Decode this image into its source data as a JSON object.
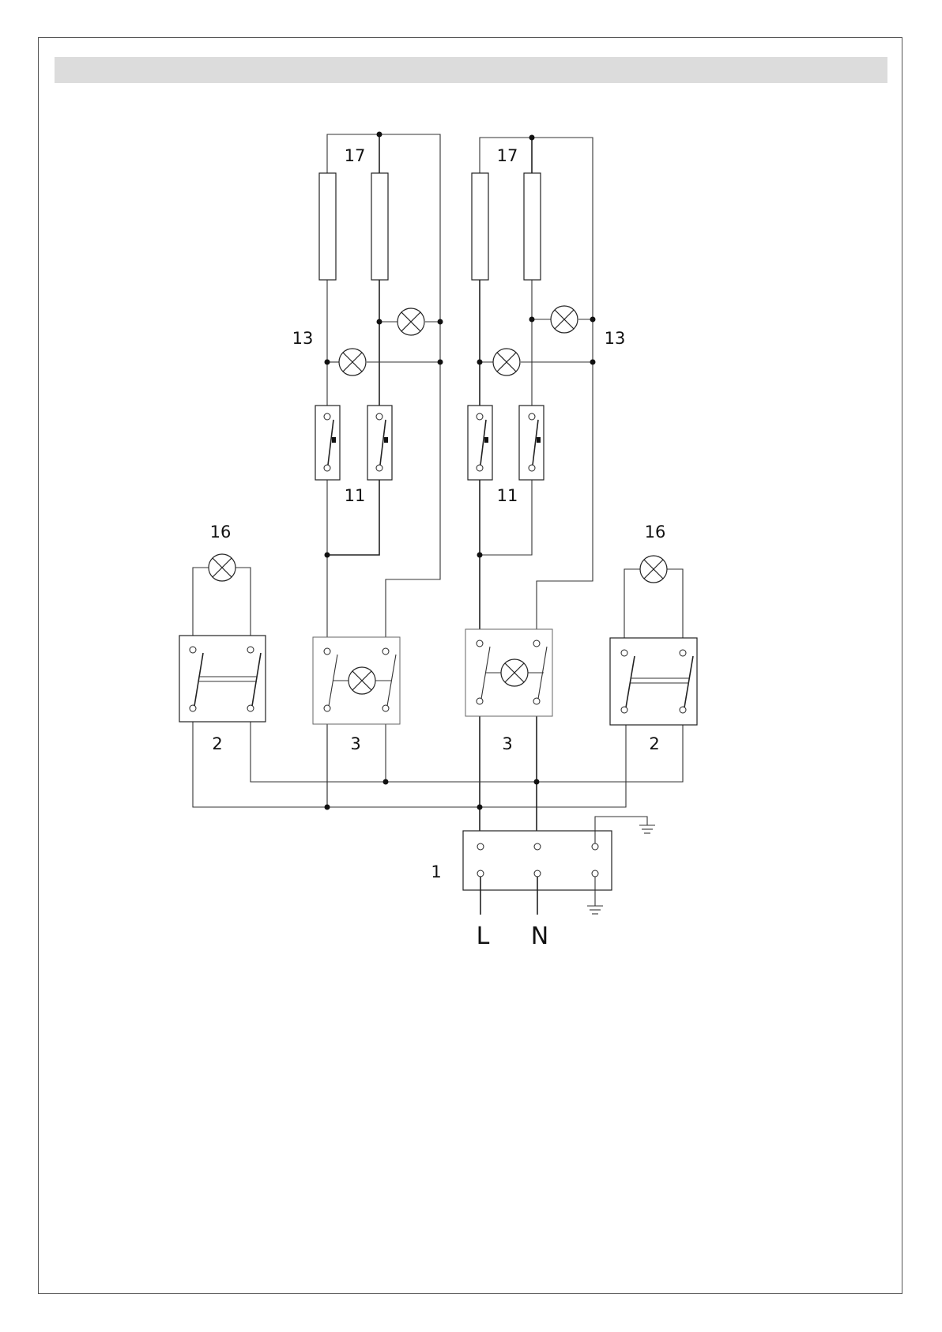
{
  "labels": {
    "element_left": "17",
    "element_right": "17",
    "lamp_left": "13",
    "lamp_right": "13",
    "thermostat_left": "11",
    "thermostat_right": "11",
    "pilot_left": "16",
    "pilot_right": "16",
    "switch_outer_left": "2",
    "switch_inner_left": "3",
    "switch_inner_right": "3",
    "switch_outer_right": "2",
    "terminal_block": "1",
    "line": "L",
    "neutral": "N"
  }
}
